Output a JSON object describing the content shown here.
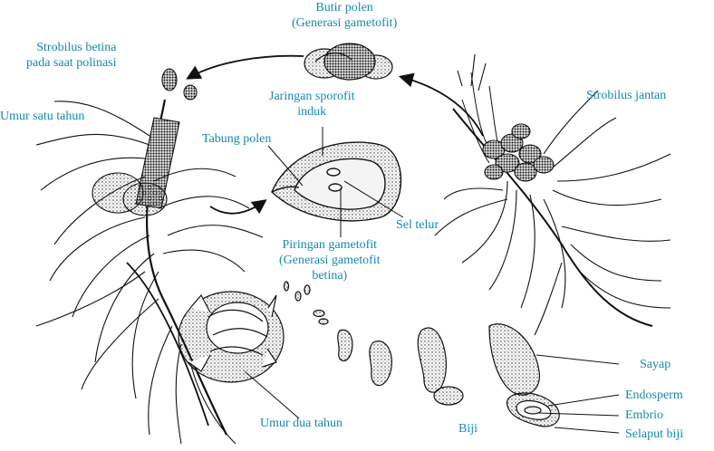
{
  "colors": {
    "label": "#1689ad",
    "ink": "#1a1a1a",
    "paper": "#ffffff"
  },
  "labels": {
    "butir_polen": "Butir polen",
    "generasi_gametofit": "(Generasi gametofit)",
    "strobilus_betina_1": "Strobilus betina",
    "strobilus_betina_2": "pada saat polinasi",
    "umur_satu_tahun": "Umur satu tahun",
    "jaringan_sporofit_1": "Jaringan sporofit",
    "jaringan_sporofit_2": "induk",
    "tabung_polen": "Tabung polen",
    "strobilus_jantan": "Strobilus jantan",
    "sel_telur": "Sel telur",
    "piringan_1": "Piringan gametofit",
    "piringan_2": "(Generasi gametofit",
    "piringan_3": "betina)",
    "sayap": "Sayap",
    "endosperm": "Endosperm",
    "embrio": "Embrio",
    "selaput_biji": "Selaput biji",
    "umur_dua_tahun": "Umur dua tahun",
    "biji": "Biji"
  }
}
